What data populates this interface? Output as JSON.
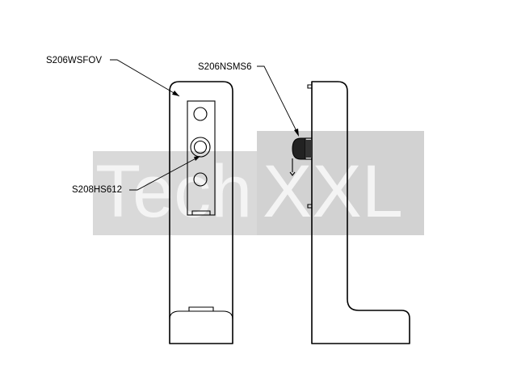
{
  "diagram": {
    "callouts": {
      "housing": "S206WSFOV",
      "magnet": "S206NSMS6",
      "screw": "S208HS612"
    },
    "watermark": {
      "left_text": "Tech",
      "right_text": "XXL",
      "band_color": "#d9d9d9",
      "light_text_color": "#f4f4f4"
    },
    "colors": {
      "line": "#000000",
      "paper": "#ffffff",
      "magnet_fill": "#222222"
    }
  }
}
